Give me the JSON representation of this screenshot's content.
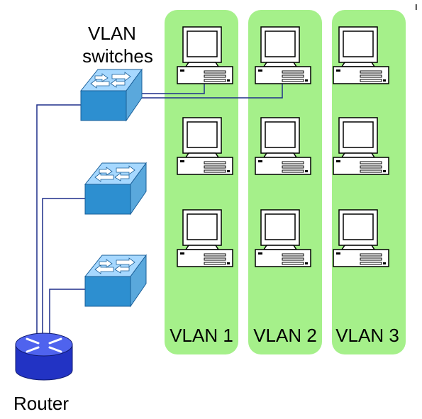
{
  "labels": {
    "vlan_switches_line1": "VLAN",
    "vlan_switches_line2": "switches",
    "router": "Router"
  },
  "vlans": [
    {
      "label": "VLAN 1"
    },
    {
      "label": "VLAN 2"
    },
    {
      "label": "VLAN 3"
    }
  ],
  "computers_per_vlan": 3,
  "colors": {
    "vlan_background": "#a5f08a",
    "switch_front": "#2d8fd0",
    "switch_top": "#a6d8ff",
    "switch_side": "#5aa8dc",
    "router_body": "#2233c4",
    "router_top": "#4f63ee",
    "cable": "#1f2f8a",
    "computer_fill": "#ffffff",
    "computer_stroke": "#000000"
  },
  "icons": {
    "switch": "switch-icon",
    "router": "router-icon",
    "computer": "computer-icon"
  }
}
